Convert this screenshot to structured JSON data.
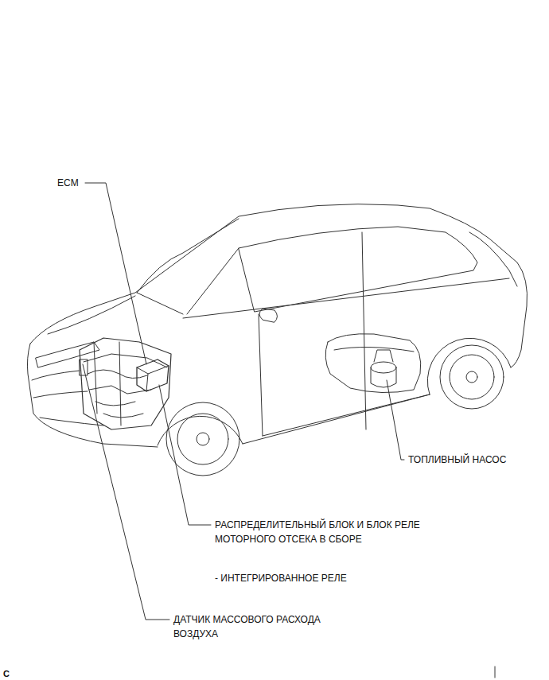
{
  "diagram": {
    "labels": [
      "ECM",
      "ТОПЛИВНЫЙ НАСОС",
      "РАСПРЕДЕЛИТЕЛЬНЫЙ БЛОК И БЛОК РЕЛЕ МОТОРНОГО ОТСЕКА В СБОРЕ",
      "- ИНТЕГРИРОВАННОЕ РЕЛЕ",
      "ДАТЧИК МАССОВОГО РАСХОДА ВОЗДУХА",
      "C"
    ]
  }
}
